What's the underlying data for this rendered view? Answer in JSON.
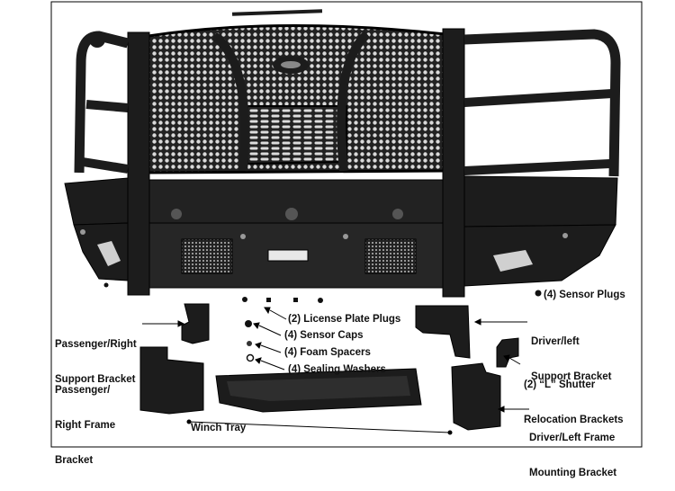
{
  "labels": {
    "sensor_plugs": "(4) Sensor Plugs",
    "license_plate_plugs": "(2) License Plate Plugs",
    "sensor_caps": "(4) Sensor Caps",
    "foam_spacers": "(4) Foam Spacers",
    "sealing_washers": "(4) Sealing Washers",
    "passenger_support_bracket_l1": "Passenger/Right",
    "passenger_support_bracket_l2": "Support Bracket",
    "passenger_frame_bracket_l1": "Passenger/",
    "passenger_frame_bracket_l2": "Right Frame",
    "passenger_frame_bracket_l3": "Bracket",
    "driver_support_bracket_l1": "Driver/left",
    "driver_support_bracket_l2": "Support Bracket",
    "shutter_bracket_l1": "(2) “L” Shutter",
    "shutter_bracket_l2": "Relocation Brackets",
    "driver_frame_bracket_l1": "Driver/Left Frame",
    "driver_frame_bracket_l2": "Mounting Bracket",
    "winch_tray": "Winch Tray"
  },
  "colors": {
    "part_fill": "#1c1c1c",
    "part_stroke": "#000000",
    "mesh": "#3a3a3a",
    "line": "#000000"
  }
}
